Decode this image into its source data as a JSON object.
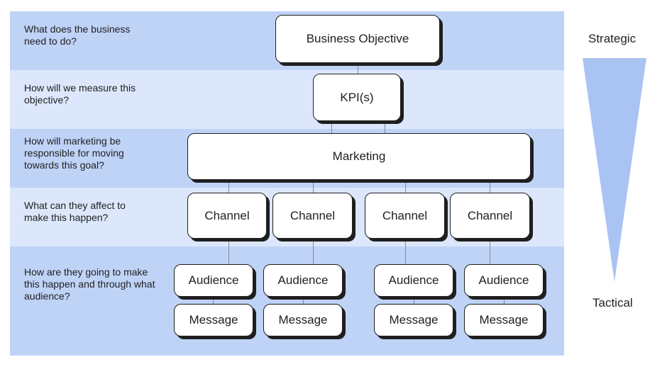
{
  "levels": [
    {
      "question": "What does the business need to do?"
    },
    {
      "question": "How will we measure this objective?"
    },
    {
      "question": "How will marketing be responsible for moving towards this goal?"
    },
    {
      "question": "What can they affect to make this happen?"
    },
    {
      "question": "How are they going to make this happen and through what audience?"
    }
  ],
  "nodes": {
    "business_objective": "Business Objective",
    "kpi": "KPI(s)",
    "marketing": "Marketing",
    "channels": [
      "Channel",
      "Channel",
      "Channel",
      "Channel"
    ],
    "audiences": [
      "Audience",
      "Audience",
      "Audience",
      "Audience"
    ],
    "messages": [
      "Message",
      "Message",
      "Message",
      "Message"
    ]
  },
  "scale": {
    "top_label": "Strategic",
    "bottom_label": "Tactical",
    "color": "#a9c3f3"
  },
  "colors": {
    "band_dark": "#bfd3f7",
    "band_light": "#dce7fb",
    "box_border": "#1f1f1f"
  }
}
